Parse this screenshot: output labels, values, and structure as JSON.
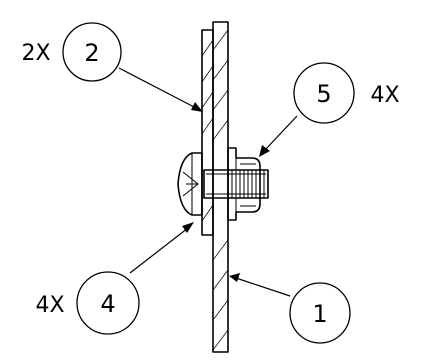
{
  "callouts": [
    {
      "id": "callout-2",
      "item": "2",
      "qty": "2X"
    },
    {
      "id": "callout-5",
      "item": "5",
      "qty": "4X"
    },
    {
      "id": "callout-4",
      "item": "4",
      "qty": "4X"
    },
    {
      "id": "callout-1",
      "item": "1",
      "qty": ""
    }
  ]
}
